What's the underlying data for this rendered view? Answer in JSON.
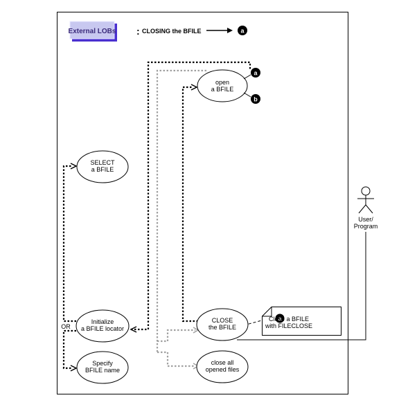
{
  "header": {
    "button_label": "External LOBs",
    "separator": ":",
    "title": "CLOSING the BFILE",
    "arrow_icon": "right-arrow",
    "badge": "a"
  },
  "use_cases": {
    "open": [
      "open",
      "a BFILE"
    ],
    "select": [
      "SELECT",
      "a BFILE"
    ],
    "initialize": [
      "Initialize",
      "a BFILE locator"
    ],
    "specify": [
      "Specify",
      "BFILE name"
    ],
    "close": [
      "CLOSE",
      "the BFILE"
    ],
    "close_all": [
      "close all",
      "opened files"
    ]
  },
  "open_badges": [
    "a",
    "b"
  ],
  "or_label": "OR",
  "note": {
    "badge": "a",
    "lines": [
      "Close a BFILE",
      "with FILECLOSE"
    ]
  },
  "actor": {
    "icon": "stick-figure",
    "label_lines": [
      "User/",
      "Program"
    ]
  },
  "colors": {
    "frame": "#000000",
    "header_button_bg": "#c8c8f0",
    "header_button_text": "#3a2a7a",
    "header_button_shadow": "#4a30d0",
    "dotted_black": "#000000",
    "dotted_gray": "#a0a0a0"
  }
}
